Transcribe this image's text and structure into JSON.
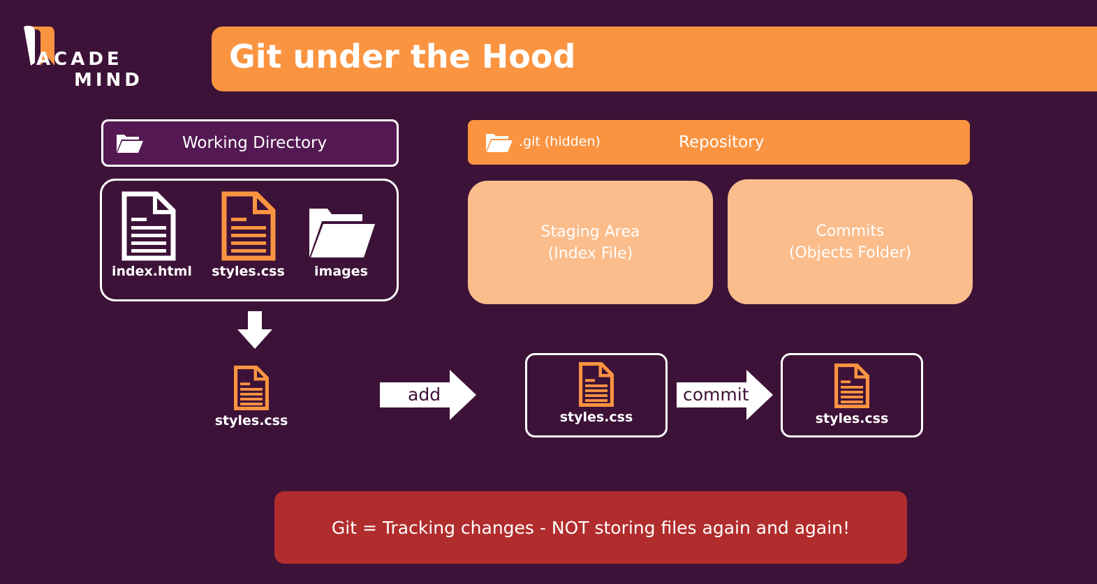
{
  "logo": {
    "line1": "ACADE",
    "line2": "MIND"
  },
  "title": "Git under the Hood",
  "working_directory": {
    "header": "Working Directory",
    "files": [
      {
        "name": "index.html",
        "icon": "document-icon",
        "color": "#ffffff"
      },
      {
        "name": "styles.css",
        "icon": "document-icon",
        "color": "#fb9441"
      },
      {
        "name": "images",
        "icon": "folder-icon",
        "color": "#ffffff"
      }
    ]
  },
  "repository": {
    "folder_label": ".git (hidden)",
    "header": "Repository",
    "staging": {
      "line1": "Staging Area",
      "line2": "(Index File)"
    },
    "commits": {
      "line1": "Commits",
      "line2": "(Objects Folder)"
    }
  },
  "flow": {
    "changed_file": "styles.css",
    "add_label": "add",
    "staged_file": "styles.css",
    "commit_label": "commit",
    "committed_file": "styles.css"
  },
  "banner": "Git = Tracking changes - NOT storing files again and again!",
  "colors": {
    "background": "#3d1238",
    "accent_orange": "#fb9441",
    "light_orange": "#fbbd8c",
    "wd_purple": "#541952",
    "banner_red": "#b12c2c"
  }
}
